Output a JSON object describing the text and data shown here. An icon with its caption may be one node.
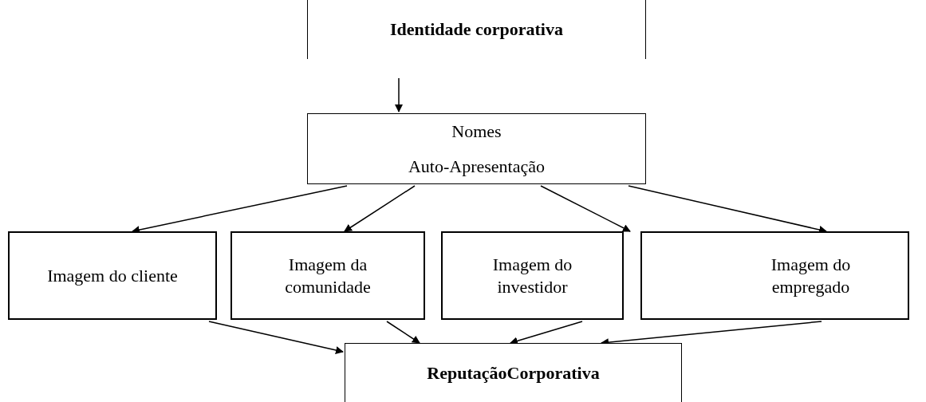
{
  "diagram": {
    "nodes": [
      {
        "text": [
          "Identidade corporativa"
        ]
      },
      {
        "text": [
          "Nomes",
          "Auto-Apresentação"
        ]
      },
      {
        "text": [
          "Imagem do cliente"
        ]
      },
      {
        "text": [
          "Imagem da comunidade"
        ]
      },
      {
        "text": [
          "Imagem do investidor"
        ]
      },
      {
        "text": [
          "Imagem do empregado"
        ]
      },
      {
        "text": [
          "ReputaçãoCorporativa"
        ]
      }
    ],
    "edges": [
      {
        "from": 0,
        "to": 1,
        "arrow": "to"
      },
      {
        "from": 1,
        "to": 2,
        "arrow": "to"
      },
      {
        "from": 1,
        "to": 3,
        "arrow": "to"
      },
      {
        "from": 1,
        "to": 4,
        "arrow": "to"
      },
      {
        "from": 1,
        "to": 5,
        "arrow": "to"
      },
      {
        "from": 2,
        "to": 6,
        "arrow": "to"
      },
      {
        "from": 3,
        "to": 6,
        "arrow": "to"
      },
      {
        "from": 4,
        "to": 6,
        "arrow": "to"
      },
      {
        "from": 5,
        "to": 6,
        "arrow": "to"
      }
    ]
  }
}
